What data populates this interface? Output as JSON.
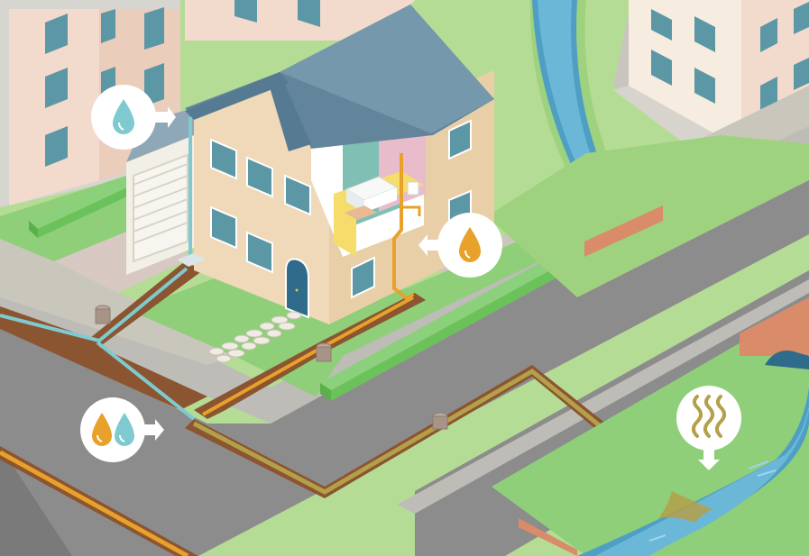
{
  "title": "",
  "colors": {
    "road": "#8d8c8c",
    "road_edge": "#bdbcb6",
    "grass": "#8fcf79",
    "grass_light": "#b5dc95",
    "hedge": "#6cc25a",
    "stream": "#6bb7d8",
    "stream_bank": "#4f9fc4",
    "clean_water": "#7fcad0",
    "wastewater": "#e8a12a",
    "sewage": "#b4a04a",
    "trench": "#8a5530",
    "roof": "#62859c",
    "house_wall": "#efd9b9",
    "apartment_wall": "#f2dbcc",
    "window": "#5c97a5",
    "door": "#2f6b8a",
    "brick": "#d98b6a"
  },
  "callouts": [
    {
      "id": "rainwater",
      "icon": "water-drop-icon",
      "drops": [
        "clean"
      ]
    },
    {
      "id": "foul-water",
      "icon": "water-drop-icon",
      "drops": [
        "foul"
      ]
    },
    {
      "id": "combined",
      "icon": "water-drop-icon",
      "drops": [
        "foul",
        "clean"
      ]
    },
    {
      "id": "pollution",
      "icon": "steam-odour-icon",
      "drops": []
    }
  ],
  "legend": []
}
